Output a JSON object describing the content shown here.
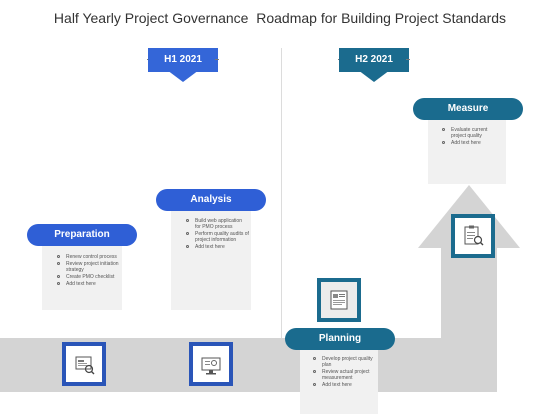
{
  "title": "Half Yearly Project Governance  Roadmap for Building Project Standards",
  "halves": [
    {
      "label": "H1 2021"
    },
    {
      "label": "H2 2021"
    }
  ],
  "stages": {
    "preparation": {
      "label": "Preparation",
      "bullets": [
        "Renew control process",
        "Review project initiation strategy",
        "Create PMO checklist",
        "Add text  here"
      ]
    },
    "analysis": {
      "label": "Analysis",
      "bullets": [
        "Build web application for PMO process",
        "Perform quality audits of project information",
        "Add text  here"
      ]
    },
    "planning": {
      "label": "Planning",
      "bullets": [
        "Develop project quality plan",
        "Review actual project measurement",
        "Add text  here"
      ]
    },
    "measure": {
      "label": "Measure",
      "bullets": [
        "Evaluate current project quality",
        "Add text  here"
      ]
    }
  },
  "colors": {
    "blue": "#2f5fd6",
    "teal": "#1a6b8e",
    "road": "#d4d4d4",
    "panel": "#f1f1f1"
  },
  "icons": {
    "preparation": "report-magnifier-icon",
    "analysis": "monitor-settings-icon",
    "planning": "document-chart-icon",
    "measure": "checklist-magnifier-icon"
  }
}
